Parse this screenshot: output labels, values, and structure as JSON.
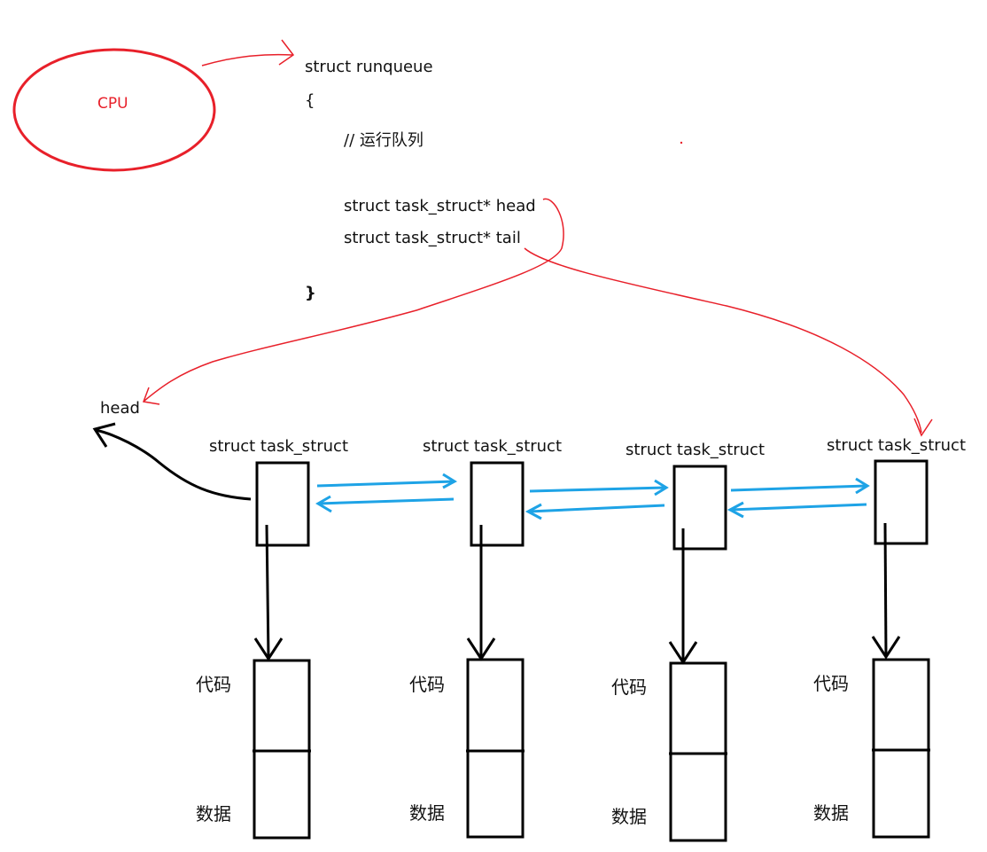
{
  "colors": {
    "red": "#e8202a",
    "blue": "#1ea3e6",
    "black": "#000000"
  },
  "cpu": {
    "label": "CPU"
  },
  "runqueue": {
    "line1": "struct runqueue",
    "open_brace": "{",
    "comment": "// 运行队列",
    "head_field": "struct task_struct* head",
    "tail_field": "struct task_struct* tail",
    "close_brace": "}"
  },
  "head_label": "head",
  "nodes": [
    {
      "title": "struct task_struct",
      "code_label": "代码",
      "data_label": "数据"
    },
    {
      "title": "struct task_struct",
      "code_label": "代码",
      "data_label": "数据"
    },
    {
      "title": "struct task_struct",
      "code_label": "代码",
      "data_label": "数据"
    },
    {
      "title": "struct task_struct",
      "code_label": "代码",
      "data_label": "数据"
    }
  ]
}
